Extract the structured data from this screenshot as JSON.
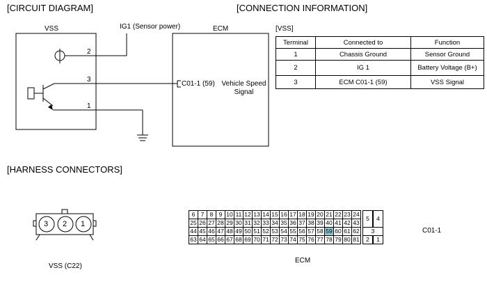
{
  "headings": {
    "circuit": "[CIRCUIT DIAGRAM]",
    "connection": "[CONNECTION INFORMATION]",
    "harness": "[HARNESS CONNECTORS]"
  },
  "circuit": {
    "vss_label": "VSS",
    "ecm_label": "ECM",
    "ig1_label": "IG1 (Sensor power)",
    "pin2": "2",
    "pin3": "3",
    "pin1": "1",
    "ecm_pin": "C01-1 (59)",
    "ecm_signal_line1": "Vehicle Speed",
    "ecm_signal_line2": "Signal"
  },
  "connection_info": {
    "title": "[VSS]",
    "headers": [
      "Terminal",
      "Connected to",
      "Function"
    ],
    "rows": [
      [
        "1",
        "Chassis Ground",
        "Sensor Ground"
      ],
      [
        "2",
        "IG 1",
        "Battery Voltage (B+)"
      ],
      [
        "3",
        "ECM C01-1 (59)",
        "VSS Signal"
      ]
    ]
  },
  "harness": {
    "vss_pins": [
      "3",
      "2",
      "1"
    ],
    "vss_caption": "VSS (C22)",
    "ecm_caption": "ECM",
    "ecm_connector_id": "C01-1",
    "ecm_rows": [
      [
        "6",
        "7",
        "8",
        "9",
        "10",
        "11",
        "12",
        "13",
        "14",
        "15",
        "16",
        "17",
        "18",
        "19",
        "20",
        "21",
        "22",
        "23",
        "24"
      ],
      [
        "25",
        "26",
        "27",
        "28",
        "29",
        "30",
        "31",
        "32",
        "33",
        "34",
        "35",
        "36",
        "37",
        "38",
        "39",
        "40",
        "41",
        "42",
        "43"
      ],
      [
        "44",
        "45",
        "46",
        "47",
        "48",
        "49",
        "50",
        "51",
        "52",
        "53",
        "54",
        "55",
        "56",
        "57",
        "58",
        "59",
        "60",
        "61",
        "62"
      ],
      [
        "63",
        "64",
        "65",
        "66",
        "67",
        "68",
        "69",
        "70",
        "71",
        "72",
        "73",
        "74",
        "75",
        "76",
        "77",
        "78",
        "79",
        "80",
        "81"
      ]
    ],
    "ecm_side_pins": [
      "5",
      "4",
      "3",
      "2",
      "1"
    ],
    "highlight_pin": "59",
    "highlight_color": "#8fc7d0"
  }
}
